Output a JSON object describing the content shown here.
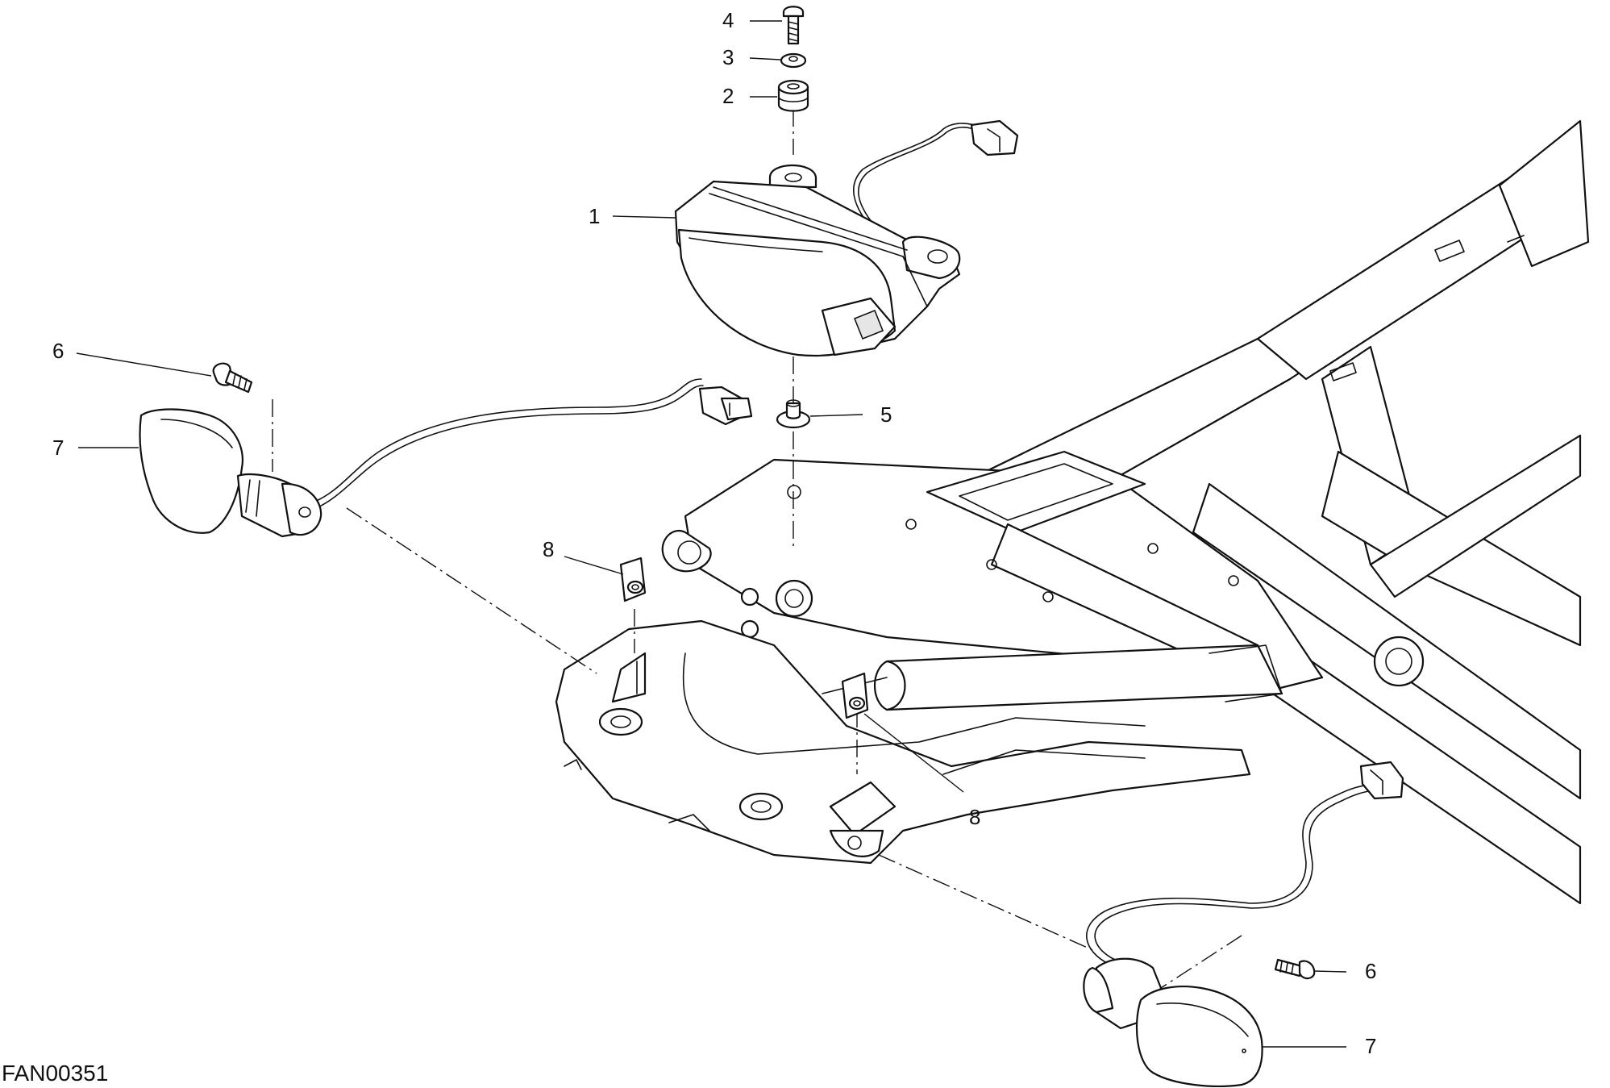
{
  "drawing": {
    "code": "FAN00351",
    "callouts": {
      "c1": "1",
      "c2": "2",
      "c3": "3",
      "c4": "4",
      "c5": "5",
      "c6_left": "6",
      "c6_right": "6",
      "c7_left": "7",
      "c7_right": "7",
      "c8_upper": "8",
      "c8_lower": "8"
    }
  }
}
